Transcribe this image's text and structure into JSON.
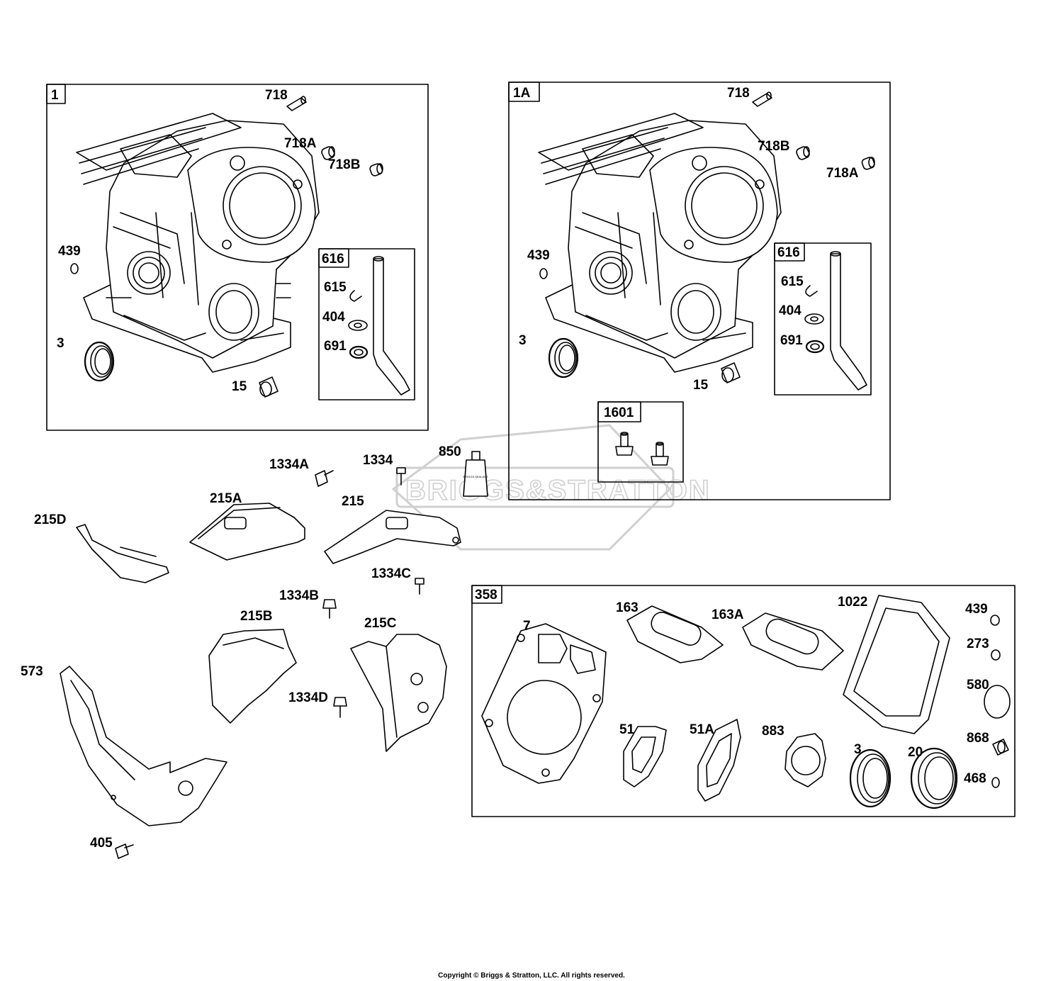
{
  "watermark": {
    "brand": "BRIGGS&STRATTON"
  },
  "tube_label": "BRIGGS SEALANT",
  "copyright": "Copyright © Briggs & Stratton, LLC. All rights reserved.",
  "box1": {
    "title": "1",
    "labels": {
      "718": "718",
      "718A": "718A",
      "718B": "718B",
      "439": "439",
      "3": "3",
      "15": "15"
    },
    "sub616": {
      "title": "616",
      "labels": {
        "615": "615",
        "404": "404",
        "691": "691"
      }
    }
  },
  "box1A": {
    "title": "1A",
    "labels": {
      "718": "718",
      "718B": "718B",
      "718A": "718A",
      "439": "439",
      "3": "3",
      "15": "15"
    },
    "sub616": {
      "title": "616",
      "labels": {
        "615": "615",
        "404": "404",
        "691": "691"
      }
    },
    "sub1601": {
      "title": "1601"
    }
  },
  "box358": {
    "title": "358",
    "labels": {
      "7": "7",
      "163": "163",
      "163A": "163A",
      "1022": "1022",
      "439": "439",
      "273": "273",
      "580": "580",
      "868": "868",
      "468": "468",
      "51": "51",
      "51A": "51A",
      "883": "883",
      "3": "3",
      "20": "20"
    }
  },
  "loose_parts": {
    "1334A": "1334A",
    "1334": "1334",
    "850": "850",
    "215A": "215A",
    "215": "215",
    "215D": "215D",
    "1334C": "1334C",
    "1334B": "1334B",
    "215B": "215B",
    "215C": "215C",
    "573": "573",
    "1334D": "1334D",
    "405": "405"
  }
}
